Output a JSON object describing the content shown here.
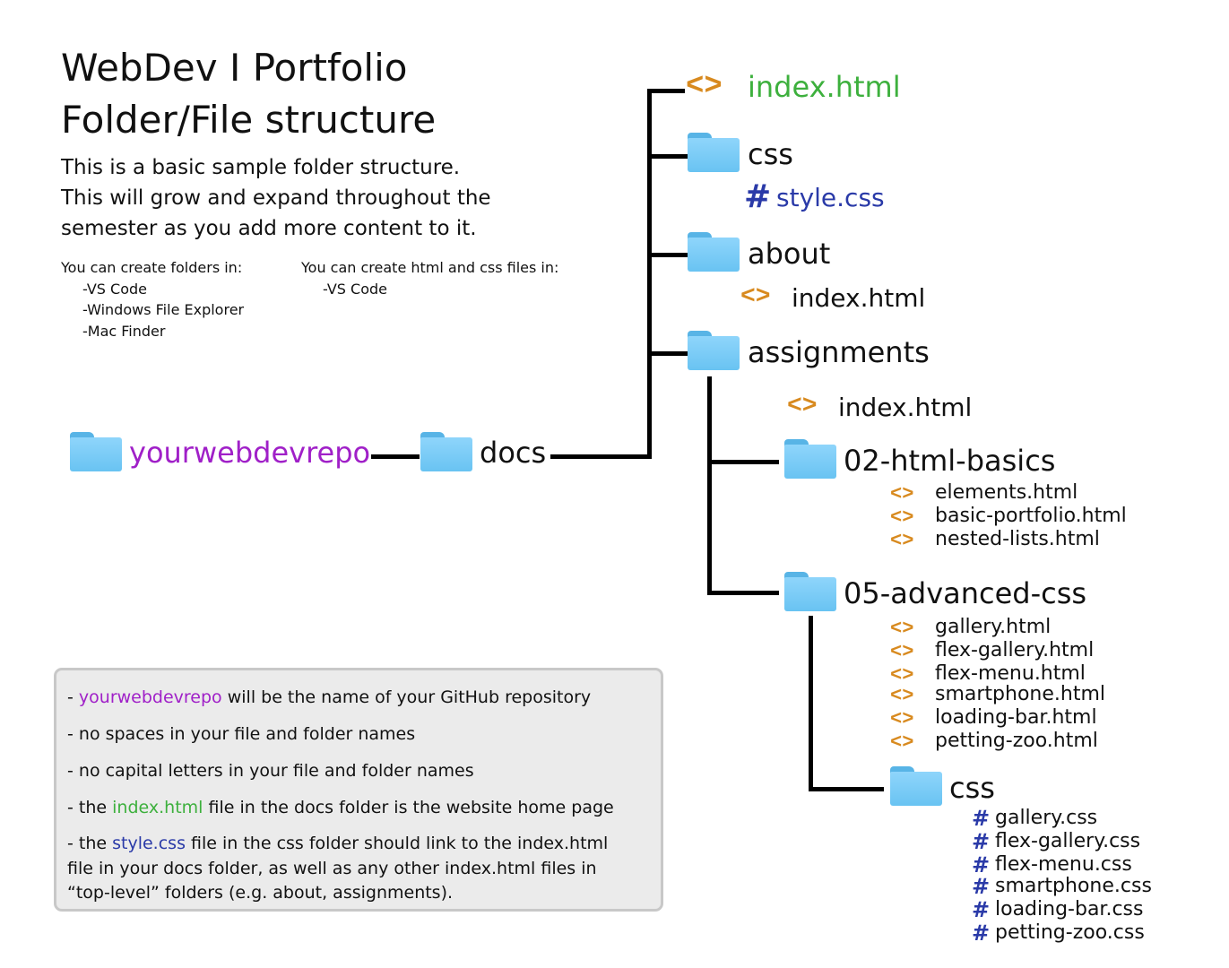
{
  "title": {
    "line1": "WebDev I Portfolio",
    "line2": "Folder/File structure"
  },
  "intro": {
    "line1": "This is a basic sample folder structure.",
    "line2": "This will grow and expand throughout the",
    "line3": "semester as you add more content to it."
  },
  "create_folders": {
    "heading": "You can create folders in:",
    "items": [
      "-VS Code",
      "-Windows File Explorer",
      "-Mac Finder"
    ]
  },
  "create_files": {
    "heading": "You can create html and css files in:",
    "items": [
      "-VS Code"
    ]
  },
  "icons": {
    "folder": "folder-icon",
    "html_file": "html-tag-icon",
    "css_file": "hash-icon",
    "html_glyph": "<>",
    "css_glyph": "#"
  },
  "colors": {
    "repo": "#a020c8",
    "home_index": "#3db03d",
    "style_css": "#2a3aa8",
    "html_icon": "#d88a1f",
    "css_icon": "#2a3aa8",
    "folder": "#6cc4f4",
    "notes_bg": "#ebebeb"
  },
  "tree": {
    "repo": "yourwebdevrepo",
    "docs": "docs",
    "root_index": "index.html",
    "css_folder": "css",
    "style_css": "style.css",
    "about_folder": "about",
    "about_index": "index.html",
    "assignments_folder": "assignments",
    "assignments_index": "index.html",
    "html_basics": {
      "name": "02-html-basics",
      "files": [
        "elements.html",
        "basic-portfolio.html",
        "nested-lists.html"
      ]
    },
    "advanced_css": {
      "name": "05-advanced-css",
      "files": [
        "gallery.html",
        "flex-gallery.html",
        "flex-menu.html",
        "smartphone.html",
        "loading-bar.html",
        "petting-zoo.html"
      ],
      "css_folder": "css",
      "css_files": [
        "gallery.css",
        "flex-gallery.css",
        "flex-menu.css",
        "smartphone.css",
        "loading-bar.css",
        "petting-zoo.css"
      ]
    }
  },
  "notes": {
    "n1": {
      "prefix": "- ",
      "highlight": "yourwebdevrepo",
      "suffix": " will be the name of your GitHub repository"
    },
    "n2": "- no spaces in your file and folder names",
    "n3": "- no capital letters in your file and folder names",
    "n4": {
      "prefix": "- the ",
      "highlight": "index.html",
      "suffix": " file in the docs folder is the website home page"
    },
    "n5": {
      "prefix": "- the ",
      "highlight": "style.css",
      "suffix": " file in the css folder should link to the index.html",
      "line2": "file in your docs folder, as well as any other index.html files in",
      "line3": "“top-level” folders (e.g. about, assignments)."
    }
  }
}
